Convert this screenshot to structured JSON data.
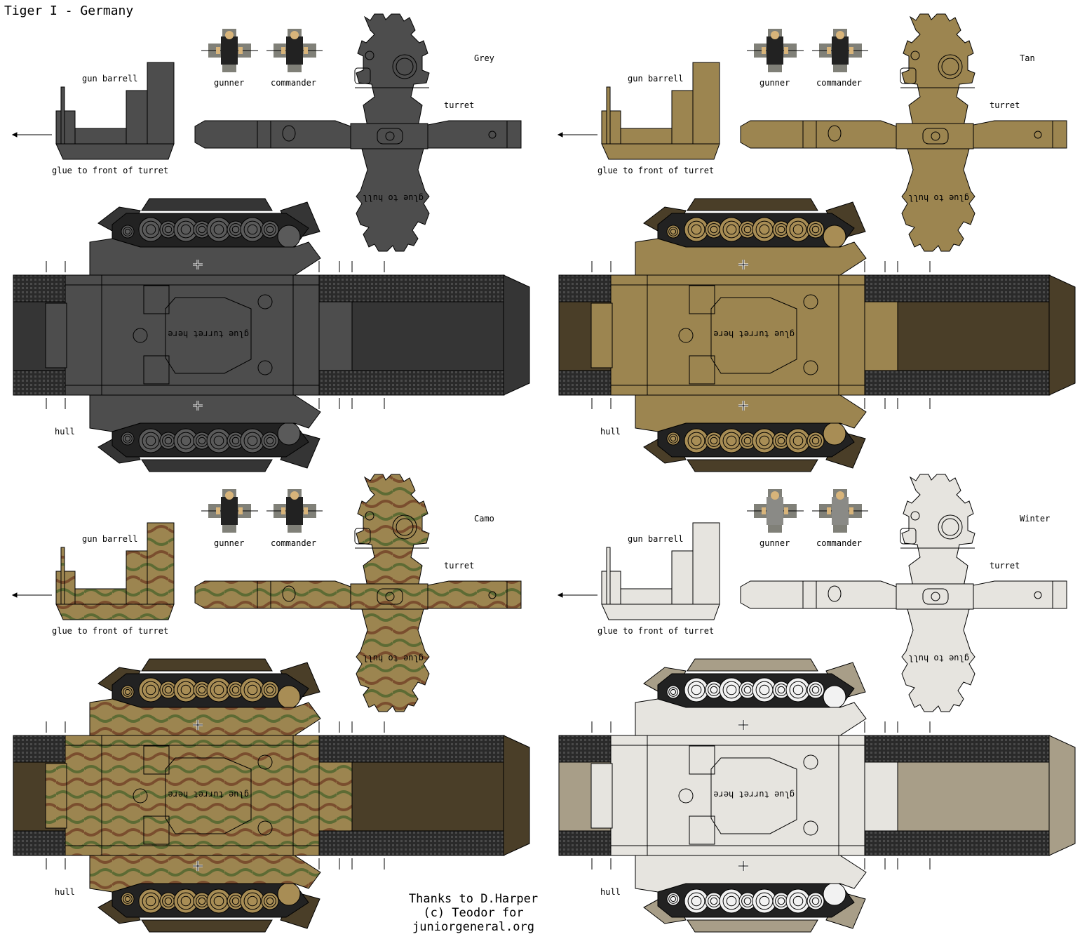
{
  "title": "Tiger I - Germany",
  "credits": [
    "Thanks to D.Harper",
    "(c) Teodor for",
    "juniorgeneral.org"
  ],
  "labels": {
    "gun_barrel": "gun barrell",
    "glue_front": "glue to front of turret",
    "gunner": "gunner",
    "commander": "commander",
    "turret": "turret",
    "glue_hull": "glue to hull",
    "glue_turret": "glue turret here",
    "hull": "hull"
  },
  "variants": [
    {
      "name": "Grey",
      "body": "#4d4d4d",
      "dark": "#353535",
      "track": "#2a2a2a",
      "camo": false
    },
    {
      "name": "Tan",
      "body": "#9c8550",
      "dark": "#4a3e28",
      "track": "#2a2a2a",
      "camo": false
    },
    {
      "name": "Camo",
      "body": "#9c8550",
      "dark": "#4a3e28",
      "track": "#2a2a2a",
      "camo": true
    },
    {
      "name": "Winter",
      "body": "#e6e4df",
      "dark": "#a89e88",
      "track": "#2a2a2a",
      "camo": false
    }
  ]
}
